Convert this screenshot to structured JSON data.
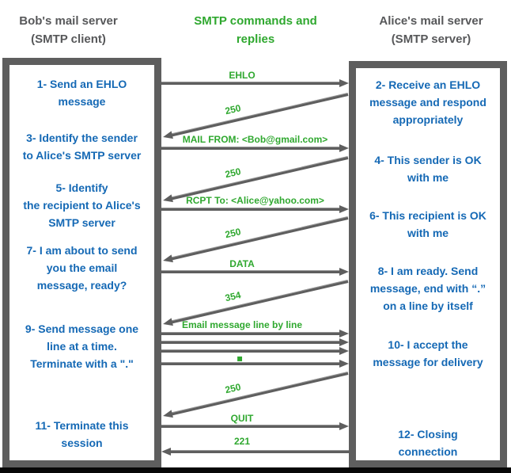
{
  "headers": {
    "left": "Bob's mail server\n(SMTP client)",
    "center": "SMTP commands and\nreplies",
    "right": "Alice's mail server\n(SMTP server)"
  },
  "client_box": {
    "items": [
      {
        "text": "1- Send an EHLO\nmessage"
      },
      {
        "text": "3- Identify the sender\nto Alice's SMTP server"
      },
      {
        "text": "5- Identify\nthe recipient to Alice's\nSMTP server"
      },
      {
        "text": "7- I am about to send\nyou the email\nmessage, ready?"
      },
      {
        "text": "9- Send message one\nline at a time.\nTerminate with a \".\""
      },
      {
        "text": "11- Terminate this\nsession"
      }
    ]
  },
  "server_box": {
    "items": [
      {
        "text": "2- Receive an EHLO\nmessage and respond\nappropriately"
      },
      {
        "text": "4- This sender is OK\nwith me"
      },
      {
        "text": "6- This recipient is OK\nwith me"
      },
      {
        "text": "8-  I am ready. Send\nmessage, end with “.”\non a line by itself"
      },
      {
        "text": "10-  I accept the\nmessage for delivery"
      },
      {
        "text": "12-  Closing\nconnection"
      }
    ]
  },
  "messages": [
    {
      "label": "EHLO",
      "from": "client",
      "to": "server"
    },
    {
      "label": "250",
      "from": "server",
      "to": "client"
    },
    {
      "label": "MAIL FROM: <Bob@gmail.com>",
      "from": "client",
      "to": "server"
    },
    {
      "label": "250",
      "from": "server",
      "to": "client"
    },
    {
      "label": "RCPT To: <Alice@yahoo.com>",
      "from": "client",
      "to": "server"
    },
    {
      "label": "250",
      "from": "server",
      "to": "client"
    },
    {
      "label": "DATA",
      "from": "client",
      "to": "server"
    },
    {
      "label": "354",
      "from": "server",
      "to": "client"
    },
    {
      "label": "Email message line by line",
      "from": "client",
      "to": "server",
      "lines": 4,
      "terminator_symbol": "▪"
    },
    {
      "label": "250",
      "from": "server",
      "to": "client"
    },
    {
      "label": "QUIT",
      "from": "client",
      "to": "server"
    },
    {
      "label": "221",
      "from": "server",
      "to": "client"
    }
  ],
  "colors": {
    "step_text_blue": "#1569b5",
    "command_green": "#2fa82f",
    "arrow_gray": "#5e5e5e",
    "heading_gray": "#57585a",
    "bottom_bar_black": "#070707"
  }
}
